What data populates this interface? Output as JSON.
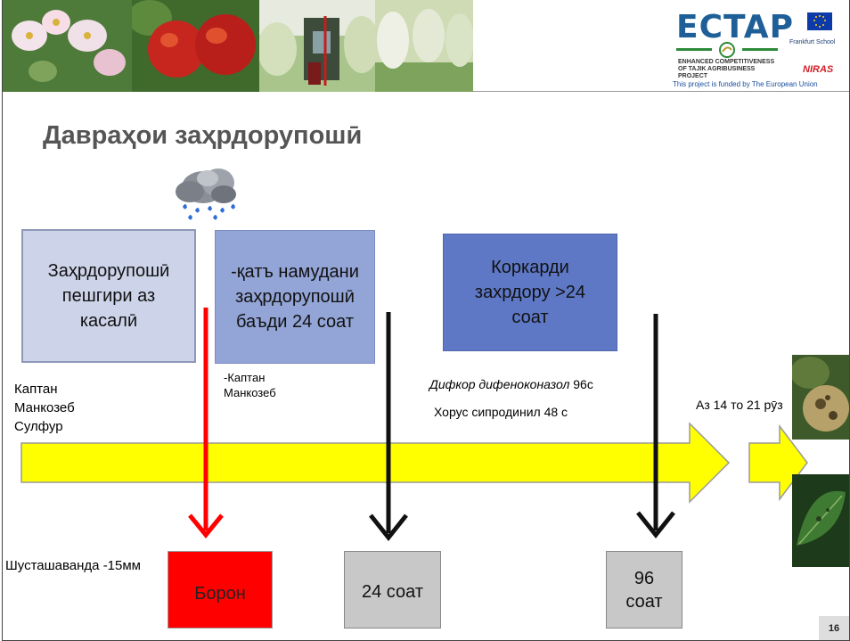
{
  "header": {
    "logo_title": "ECTAP",
    "logo_subtitle": "ENHANCED COMPETITIVENESS\nOF TAJIK AGRIBUSINESS PROJECT",
    "funded_text": "This project is funded by The European Union",
    "partner_1": "Frankfurt School",
    "partner_2": "NIRAS"
  },
  "title": "Давраҳои заҳрдорупошӣ",
  "boxes": [
    {
      "text": "Заҳрдорупошӣ пешгири аз касалӣ"
    },
    {
      "text": "-қатъ намудани заҳрдорупошӣ баъди 24 соат"
    },
    {
      "text": "Коркарди захрдору >24 соат"
    }
  ],
  "notes": {
    "left": "Каптан\nМанкозеб\nСулфур",
    "middle": "-Каптан\nМанкозеб",
    "difkor_italic": "Дифкор  дифеноконазол",
    "difkor_rest": " 96с",
    "khorus": "Хорус сипродинил 48 с",
    "right": "Аз 14 то 21 рӯз",
    "rain": "Шусташаванда -15мм"
  },
  "outcomes": {
    "red": "Борон",
    "gray_1": "24 соат",
    "gray_2": "96 соат"
  },
  "page_number": "16",
  "colors": {
    "timeline_fill": "#ffff00",
    "timeline_stroke": "#9a9a9a",
    "red_arrow": "#ff0000",
    "black_arrow": "#111111",
    "box_light": "#cdd4ea",
    "box_mid": "#93a4d6",
    "box_dark": "#5e78c6"
  }
}
